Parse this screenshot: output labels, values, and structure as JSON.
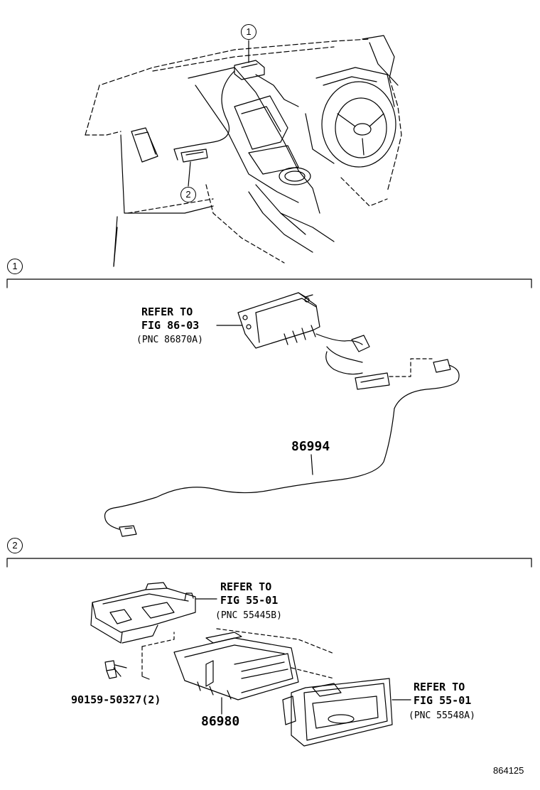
{
  "callouts": {
    "one": "1",
    "two": "2"
  },
  "section1": {
    "ref_line1": "REFER TO",
    "ref_line2": "FIG 86-03",
    "ref_line3": "(PNC 86870A)",
    "part": "86994"
  },
  "section2": {
    "ref_a_line1": "REFER TO",
    "ref_a_line2": "FIG 55-01",
    "ref_a_line3": "(PNC 55445B)",
    "ref_b_line1": "REFER TO",
    "ref_b_line2": "FIG 55-01",
    "ref_b_line3": "(PNC 55548A)",
    "bolt_part": "90159-50327(2)",
    "part": "86980"
  },
  "illustration_code": "864125"
}
